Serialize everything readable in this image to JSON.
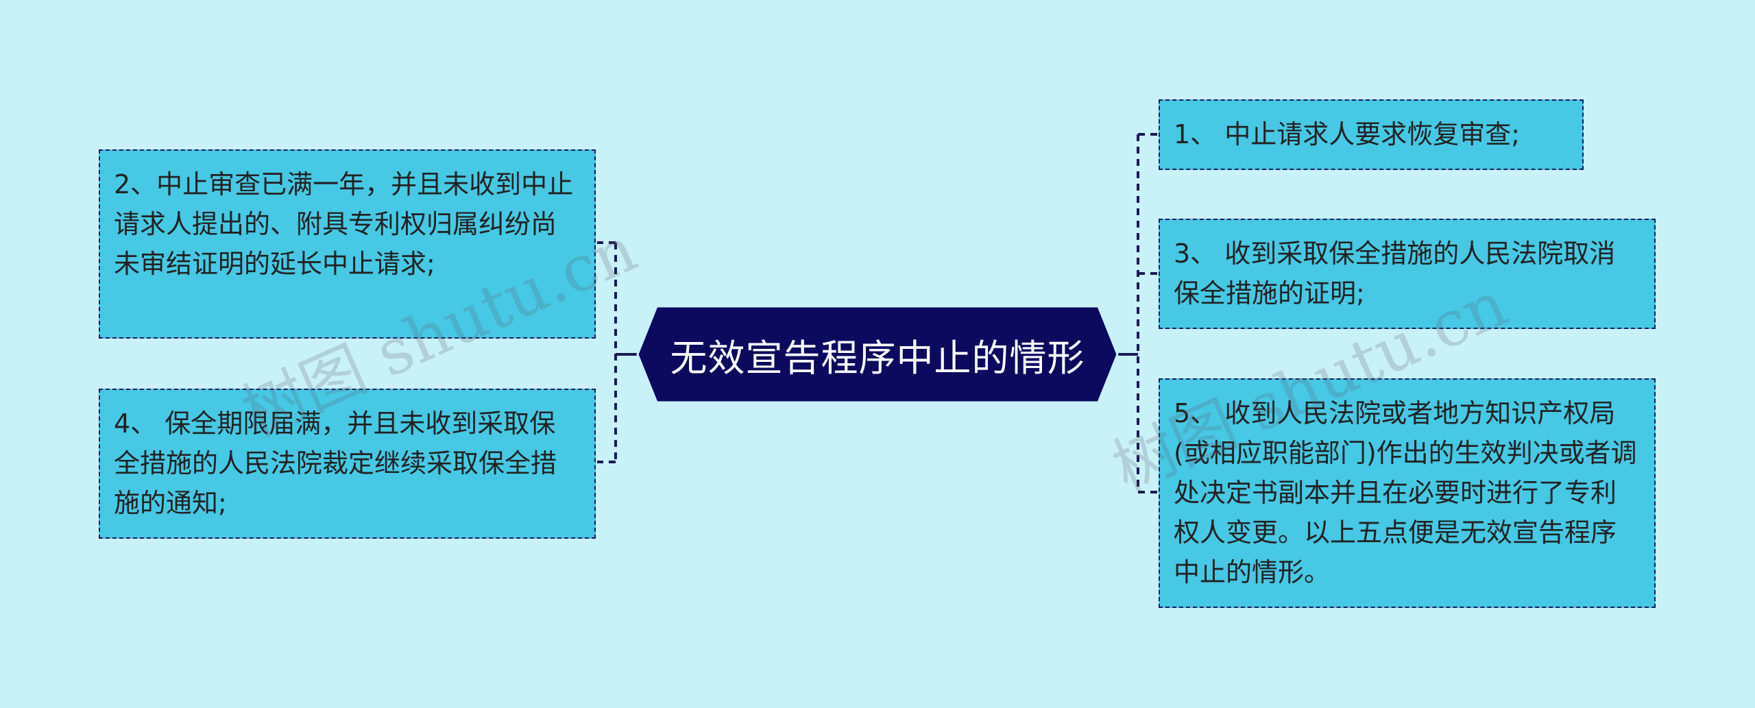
{
  "root": {
    "label": "无效宣告程序中止的情形"
  },
  "left_nodes": [
    {
      "label": "2、中止审查已满一年，并且未收到中止请求人提出的、附具专利权归属纠纷尚未审结证明的延长中止请求;"
    },
    {
      "label": "4、 保全期限届满，并且未收到采取保全措施的人民法院裁定继续采取保全措施的通知;"
    }
  ],
  "right_nodes": [
    {
      "label": "1、 中止请求人要求恢复审查;"
    },
    {
      "label": "3、 收到采取保全措施的人民法院取消保全措施的证明;"
    },
    {
      "label": "5、 收到人民法院或者地方知识产权局(或相应职能部门)作出的生效判决或者调处决定书副本并且在必要时进行了专利权人变更。以上五点便是无效宣告程序中止的情形。"
    }
  ],
  "watermark": "树图 shutu.cn",
  "colors": {
    "background": "#c9f1f8",
    "root_fill": "#0b0a5e",
    "node_fill": "#47c8e4",
    "line": "#1b1a57"
  }
}
